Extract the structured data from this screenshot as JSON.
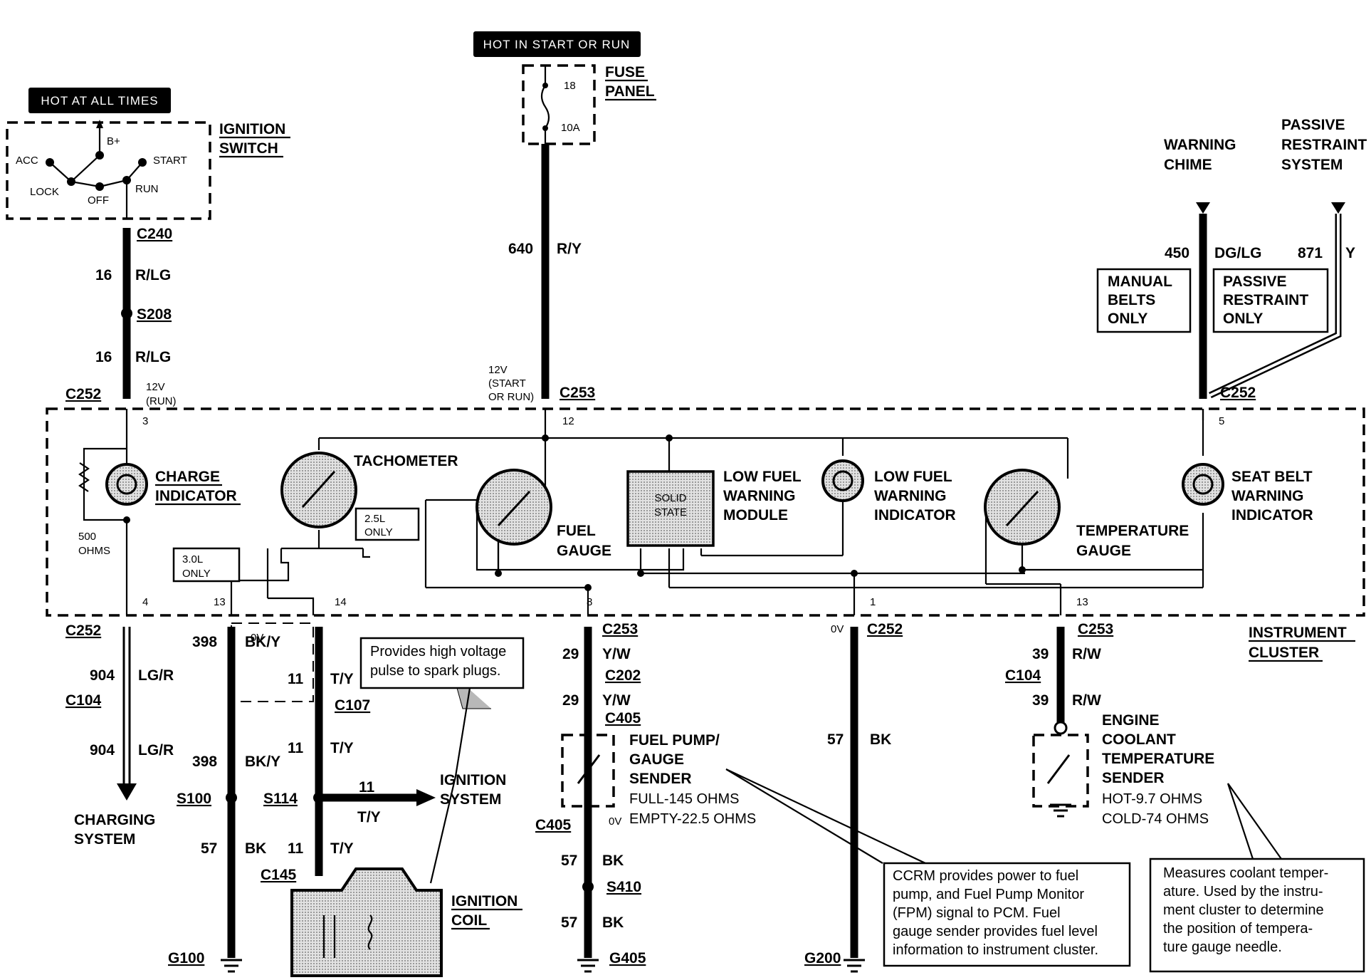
{
  "labels": {
    "hot_at_all_times": "HOT AT ALL TIMES",
    "hot_in_start_or_run": "HOT IN START OR RUN",
    "ignition_switch_1": "IGNITION",
    "ignition_switch_2": "SWITCH",
    "sw_acc": "ACC",
    "sw_bplus": "B+",
    "sw_start": "START",
    "sw_lock": "LOCK",
    "sw_off": "OFF",
    "sw_run": "RUN",
    "fuse_panel_1": "FUSE",
    "fuse_panel_2": "PANEL",
    "fuse_num": "18",
    "fuse_amp": "10A",
    "warning_chime_1": "WARNING",
    "warning_chime_2": "CHIME",
    "passive_1": "PASSIVE",
    "passive_2": "RESTRAINT",
    "passive_3": "SYSTEM",
    "manual_1": "MANUAL",
    "manual_2": "BELTS",
    "manual_3": "ONLY",
    "passive_only_1": "PASSIVE",
    "passive_only_2": "RESTRAINT",
    "passive_only_3": "ONLY",
    "instrument_1": "INSTRUMENT",
    "instrument_2": "CLUSTER",
    "charge_1": "CHARGE",
    "charge_2": "INDICATOR",
    "tach": "TACHOMETER",
    "only_25l_1": "2.5L",
    "only_25l_2": "ONLY",
    "only_30l_1": "3.0L",
    "only_30l_2": "ONLY",
    "ohms_500_1": "500",
    "ohms_500_2": "OHMS",
    "fuel_gauge_1": "FUEL",
    "fuel_gauge_2": "GAUGE",
    "solid_1": "SOLID",
    "solid_2": "STATE",
    "lowfuel_mod_1": "LOW FUEL",
    "lowfuel_mod_2": "WARNING",
    "lowfuel_mod_3": "MODULE",
    "lowfuel_ind_1": "LOW FUEL",
    "lowfuel_ind_2": "WARNING",
    "lowfuel_ind_3": "INDICATOR",
    "temp_1": "TEMPERATURE",
    "temp_2": "GAUGE",
    "seatbelt_1": "SEAT BELT",
    "seatbelt_2": "WARNING",
    "seatbelt_3": "INDICATOR",
    "charging_1": "CHARGING",
    "charging_2": "SYSTEM",
    "ign_sys_1": "IGNITION",
    "ign_sys_2": "SYSTEM",
    "ign_coil_1": "IGNITION",
    "ign_coil_2": "COIL",
    "fps_1": "FUEL PUMP/",
    "fps_2": "GAUGE",
    "fps_3": "SENDER",
    "fps_full": "FULL-145 OHMS",
    "fps_empty": "EMPTY-22.5 OHMS",
    "ect_1": "ENGINE",
    "ect_2": "COOLANT",
    "ect_3": "TEMPERATURE",
    "ect_4": "SENDER",
    "ect_hot": "HOT-9.7 OHMS",
    "ect_cold": "COLD-74 OHMS",
    "v12_run_1": "12V",
    "v12_run_2": "(RUN)",
    "v12_start_1": "12V",
    "v12_start_2": "(START",
    "v12_start_3": "OR RUN)",
    "zero_v": "0V"
  },
  "connectors": {
    "c240": "C240",
    "s208": "S208",
    "c252": "C252",
    "c253": "C253",
    "c104": "C104",
    "c107": "C107",
    "s100": "S100",
    "s114": "S114",
    "c145": "C145",
    "g100": "G100",
    "c202": "C202",
    "c405": "C405",
    "s410": "S410",
    "g405": "G405",
    "g200": "G200"
  },
  "pins": {
    "p3": "3",
    "p12": "12",
    "p5": "5",
    "p4": "4",
    "p13": "13",
    "p14": "14",
    "p8": "8",
    "p1": "1"
  },
  "circuits": {
    "c16": "16",
    "rlg": "R/LG",
    "c640": "640",
    "ry": "R/Y",
    "c450": "450",
    "dglg": "DG/LG",
    "c871": "871",
    "y": "Y",
    "c904": "904",
    "lgr": "LG/R",
    "c398": "398",
    "bky": "BK/Y",
    "c11": "11",
    "ty": "T/Y",
    "c57": "57",
    "bk": "BK",
    "c29": "29",
    "yw": "Y/W",
    "c39": "39",
    "rw": "R/W"
  },
  "notes": {
    "spark": [
      "Provides high voltage",
      "pulse to spark plugs."
    ],
    "ccrm": [
      "CCRM provides power to fuel",
      "pump, and Fuel Pump Monitor",
      "(FPM) signal to PCM.  Fuel",
      "gauge sender provides fuel level",
      "information to instrument cluster."
    ],
    "coolant": [
      "Measures coolant temper-",
      "ature. Used by the instru-",
      "ment cluster to determine",
      "the position of tempera-",
      "ture gauge needle."
    ]
  }
}
